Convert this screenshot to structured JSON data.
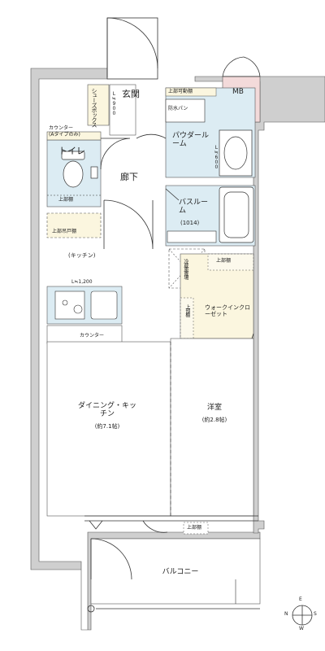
{
  "rooms": {
    "entrance": "玄関",
    "shoes_box": "シューズボックス",
    "shoes_box_dim": "L≒900",
    "counter_note_title": "カウンター",
    "counter_note_sub": "(Aタイプのみ)",
    "toilet": "トイレ",
    "toilet_shelf": "上部棚",
    "hallway": "廊下",
    "upper_movable_shelf": "上部可動棚",
    "waterproof_pan": "防水パン",
    "powder_room": "パウダールーム",
    "powder_dim": "L≒600",
    "bath_title": "バスルーム",
    "bath_size": "(1014)",
    "hanging_cabinet": "上部吊戸棚",
    "kitchen": "(キッチン)",
    "kitchen_dim": "L≒1,200",
    "counter": "カウンター",
    "fridge": "冷蔵庫置場",
    "wic_upper_shelf": "上部棚",
    "wic_side_shelf": "上部棚",
    "wic": "ウォークインクローゼット",
    "dining_title": "ダイニング・キッチン",
    "dining_size": "(約7.1帖)",
    "western_title": "洋室",
    "western_size": "(約2.8帖)",
    "balcony": "バルコニー",
    "mb": "MB",
    "lower_shelf": "上部棚"
  },
  "compass": {
    "n": "N",
    "e": "E",
    "s": "S",
    "w": "W"
  },
  "colors": {
    "wall": "#cfcfcf",
    "wet_area": "#dcecf3",
    "storage": "#fbf6df",
    "mb": "#f3dada",
    "line": "#333333"
  }
}
